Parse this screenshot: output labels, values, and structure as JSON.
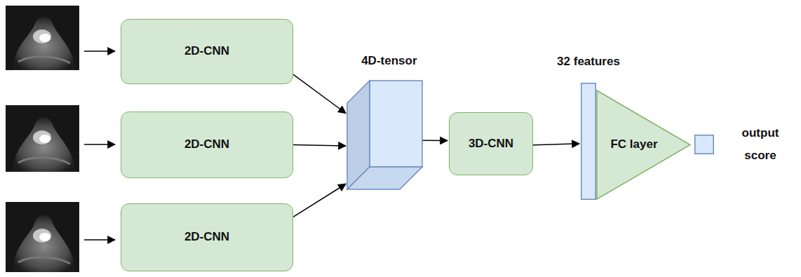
{
  "diagram": {
    "nodes": [
      {
        "text": [
          "2D-CNN"
        ]
      },
      {
        "text": [
          "2D-CNN"
        ]
      },
      {
        "text": [
          "2D-CNN"
        ]
      },
      {
        "text": [
          "4D-tensor"
        ]
      },
      {
        "text": [
          "3D-CNN"
        ]
      },
      {
        "text": [
          "32 features"
        ]
      },
      {
        "text": [
          "FC layer"
        ]
      },
      {
        "text": [
          "output score"
        ]
      }
    ],
    "edges": [
      {
        "from": 0,
        "to": 3,
        "arrow": "to"
      },
      {
        "from": 1,
        "to": 3,
        "arrow": "to"
      },
      {
        "from": 2,
        "to": 3,
        "arrow": "to"
      },
      {
        "from": 3,
        "to": 4,
        "arrow": "to"
      },
      {
        "from": 4,
        "to": 5,
        "arrow": "to"
      }
    ]
  }
}
